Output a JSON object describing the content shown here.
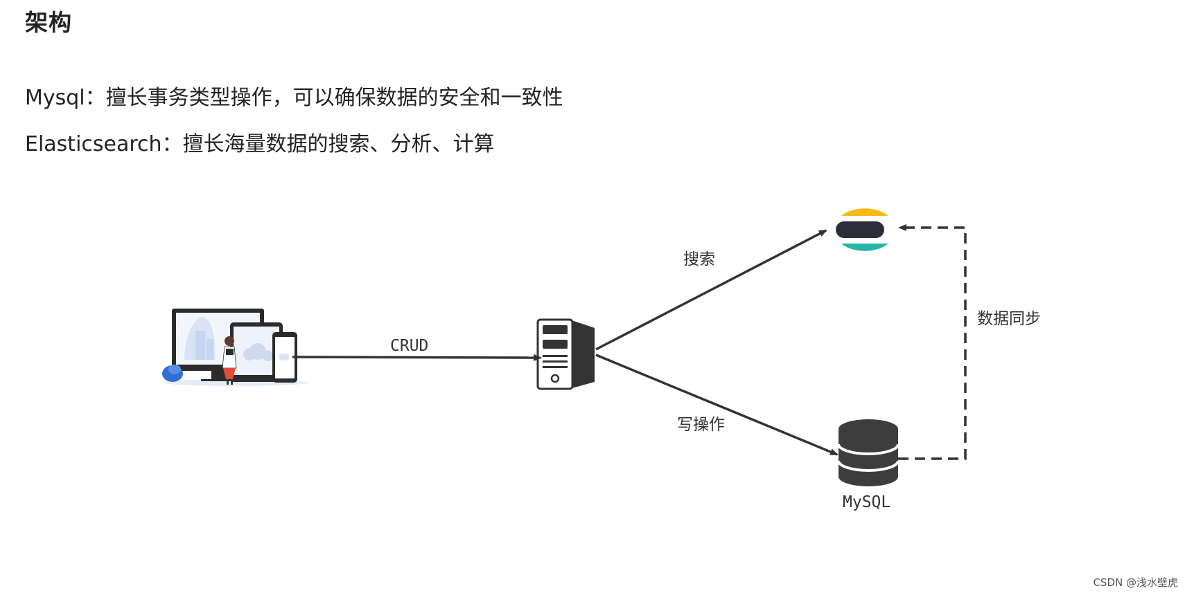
{
  "heading": "架构",
  "lines": [
    "Mysql：擅长事务类型操作，可以确保数据的安全和一致性",
    "Elasticsearch：擅长海量数据的搜索、分析、计算"
  ],
  "diagram": {
    "nodes": {
      "client": {
        "icon": "devices-user-illustration-icon"
      },
      "server": {
        "icon": "server-icon"
      },
      "elasticsearch": {
        "icon": "elasticsearch-logo-icon"
      },
      "mysql": {
        "icon": "database-icon",
        "label": "MySQL"
      }
    },
    "edges": {
      "crud": "CRUD",
      "search": "搜索",
      "write": "写操作",
      "sync": "数据同步"
    },
    "colors": {
      "arrow": "#333333",
      "es_yellow": "#F5BA18",
      "es_dark": "#2B2D3A",
      "es_teal": "#25B5A6",
      "server": "#3A3A3A",
      "database": "#3D3D3D",
      "illustration_blue": "#2F6FD6"
    }
  },
  "watermark": "CSDN @浅水壁虎"
}
